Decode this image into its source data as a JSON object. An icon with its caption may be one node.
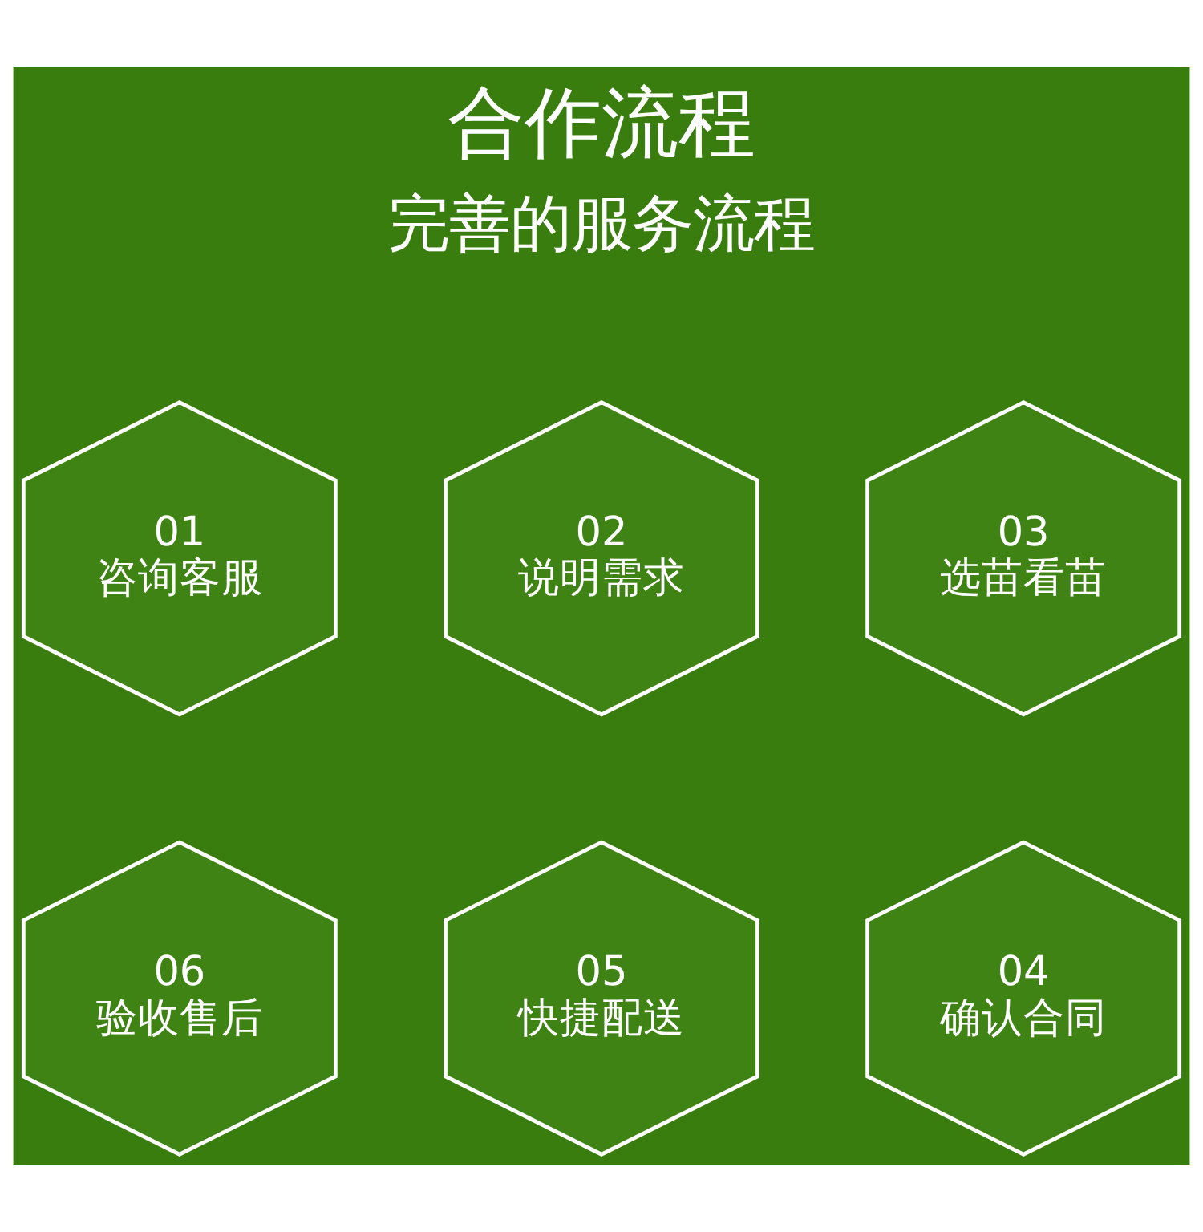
{
  "diagram": {
    "title": "合作流程",
    "nodes": [
      {
        "text": [
          "01",
          "咨询客服"
        ]
      },
      {
        "text": [
          "02",
          "说明需求"
        ]
      },
      {
        "text": [
          "03",
          "选苗看苗"
        ]
      },
      {
        "text": [
          "06",
          "验收售后"
        ]
      },
      {
        "text": [
          "05",
          "快捷配送"
        ]
      },
      {
        "text": [
          "04",
          "确认合同"
        ]
      }
    ],
    "labels": [
      "完善的服务流程"
    ]
  }
}
